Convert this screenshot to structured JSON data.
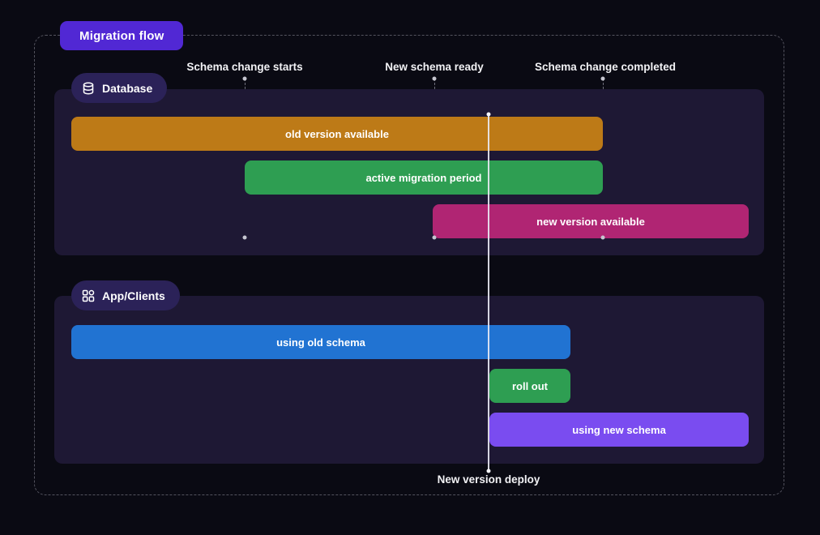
{
  "title": "Migration flow",
  "milestones": [
    {
      "label": "Schema change starts"
    },
    {
      "label": "New schema ready"
    },
    {
      "label": "Schema change completed"
    }
  ],
  "deploy_marker": {
    "label": "New version deploy"
  },
  "sections": [
    {
      "label": "Database",
      "icon": "database-icon",
      "bars": [
        {
          "label": "old version available",
          "color": "#bd7a17"
        },
        {
          "label": "active migration period",
          "color": "#2e9e52"
        },
        {
          "label": "new version available",
          "color": "#b02573"
        }
      ]
    },
    {
      "label": "App/Clients",
      "icon": "apps-icon",
      "bars": [
        {
          "label": "using old schema",
          "color": "#2173d2"
        },
        {
          "label": "roll out",
          "color": "#2e9e52"
        },
        {
          "label": "using new schema",
          "color": "#7a4cf0"
        }
      ]
    }
  ],
  "colors": {
    "accent": "#5128d4",
    "badge": "#2b2258",
    "panel": "#1e1834",
    "background": "#0a0a13"
  }
}
